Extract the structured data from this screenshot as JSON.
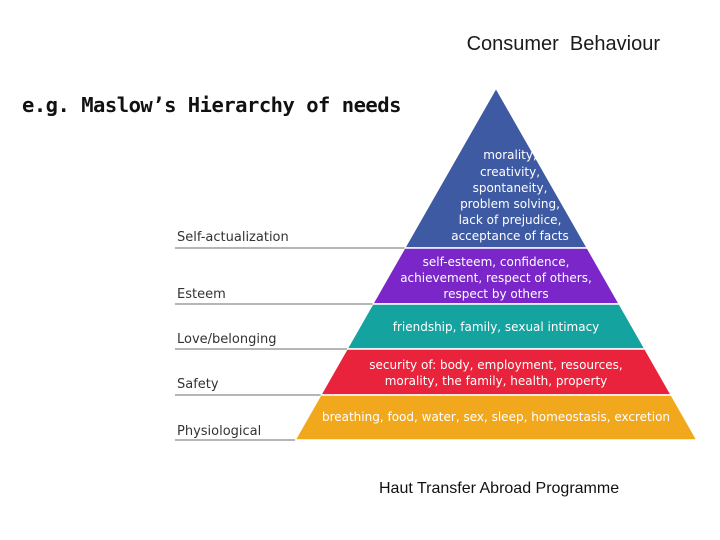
{
  "header": {
    "title": "Consumer  Behaviour"
  },
  "slide": {
    "title": "e.g. Maslow’s Hierarchy of needs"
  },
  "footer": {
    "text": "Haut Transfer Abroad Programme"
  },
  "pyramid": {
    "levels": [
      {
        "name": "Self-actualization",
        "color": "#3d5aa3",
        "lines": [
          "morality,",
          "creativity,",
          "spontaneity,",
          "problem solving,",
          "lack of prejudice,",
          "acceptance of facts"
        ]
      },
      {
        "name": "Esteem",
        "color": "#7a26c9",
        "lines": [
          "self-esteem, confidence,",
          "achievement, respect of others,",
          "respect by others"
        ]
      },
      {
        "name": "Love/belonging",
        "color": "#15a3a0",
        "lines": [
          "friendship, family, sexual intimacy"
        ]
      },
      {
        "name": "Safety",
        "color": "#e8233b",
        "lines": [
          "security of: body, employment, resources,",
          "morality, the family, health, property"
        ]
      },
      {
        "name": "Physiological",
        "color": "#f2a81d",
        "lines": [
          "breathing, food, water, sex, sleep, homeostasis, excretion"
        ]
      }
    ]
  }
}
